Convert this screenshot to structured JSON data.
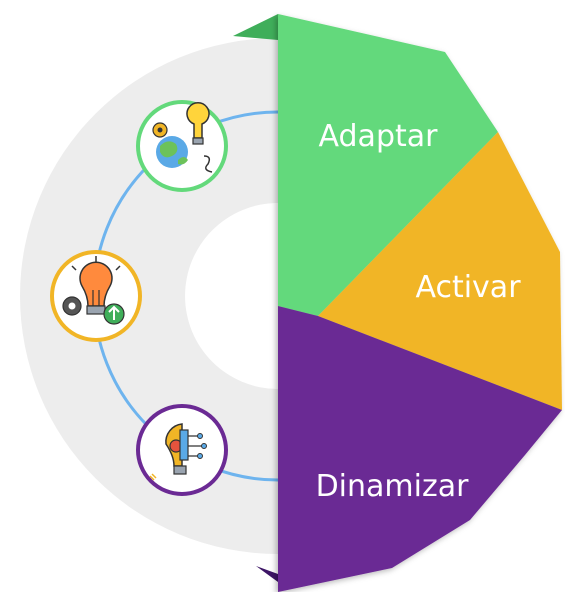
{
  "segments": [
    {
      "label": "Adaptar",
      "color": "#63D97B",
      "icon": "globe-lightbulb-gears-icon"
    },
    {
      "label": "Activar",
      "color": "#F1B526",
      "icon": "lightbulb-gear-upload-icon"
    },
    {
      "label": "Dinamizar",
      "color": "#6B2A94",
      "icon": "lightbulb-circuit-gear-icon"
    }
  ],
  "colors": {
    "ring": "#EDEDED",
    "center": "#FFFFFF",
    "connector": "#6EB4EE",
    "label_text": "#FFFFFF"
  }
}
